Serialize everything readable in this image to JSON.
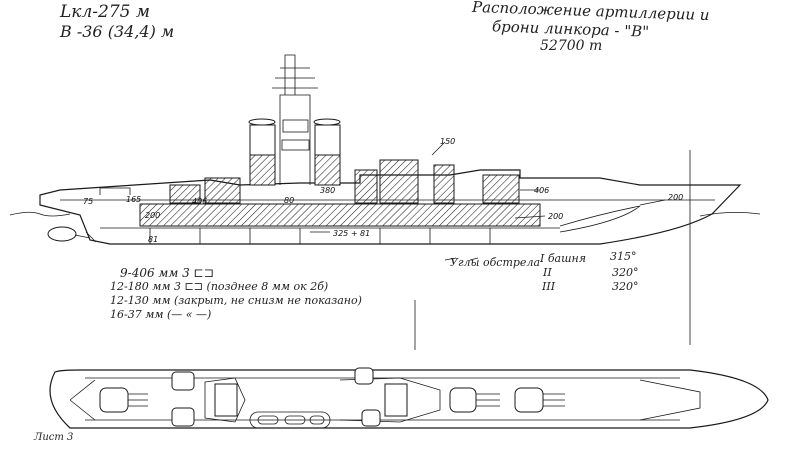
{
  "header_left": {
    "line1": "Lкл-275 м",
    "line2": "B -36 (34,4) м"
  },
  "header_right": {
    "line1": "Расположение артиллерии и",
    "line2": "брони линкора - \"В\"",
    "line3": "52700 т"
  },
  "armament": [
    "9-406 мм 3 ⊏⊐",
    "12-180 мм 3 ⊏⊐ (позднее 8 мм ок 2б)",
    "12-130 мм (закрыт, не снизм не показано)",
    "16-37 мм    (— « —)"
  ],
  "firing_angles": {
    "label": "Углы обстрела",
    "rows": [
      {
        "turret": "I башня",
        "value": "315°"
      },
      {
        "turret": "II",
        "value": "320°"
      },
      {
        "turret": "III",
        "value": "320°"
      }
    ]
  },
  "armor_labels": {
    "a150": "150",
    "a165": "165",
    "a75": "75",
    "a406": "406",
    "a380": "380",
    "a80": "80",
    "a406b": "406",
    "a200": "200",
    "a200b": "200",
    "a200c": "200",
    "a325": "325 + 81",
    "a81": "81"
  },
  "sheet": "Лист 3"
}
